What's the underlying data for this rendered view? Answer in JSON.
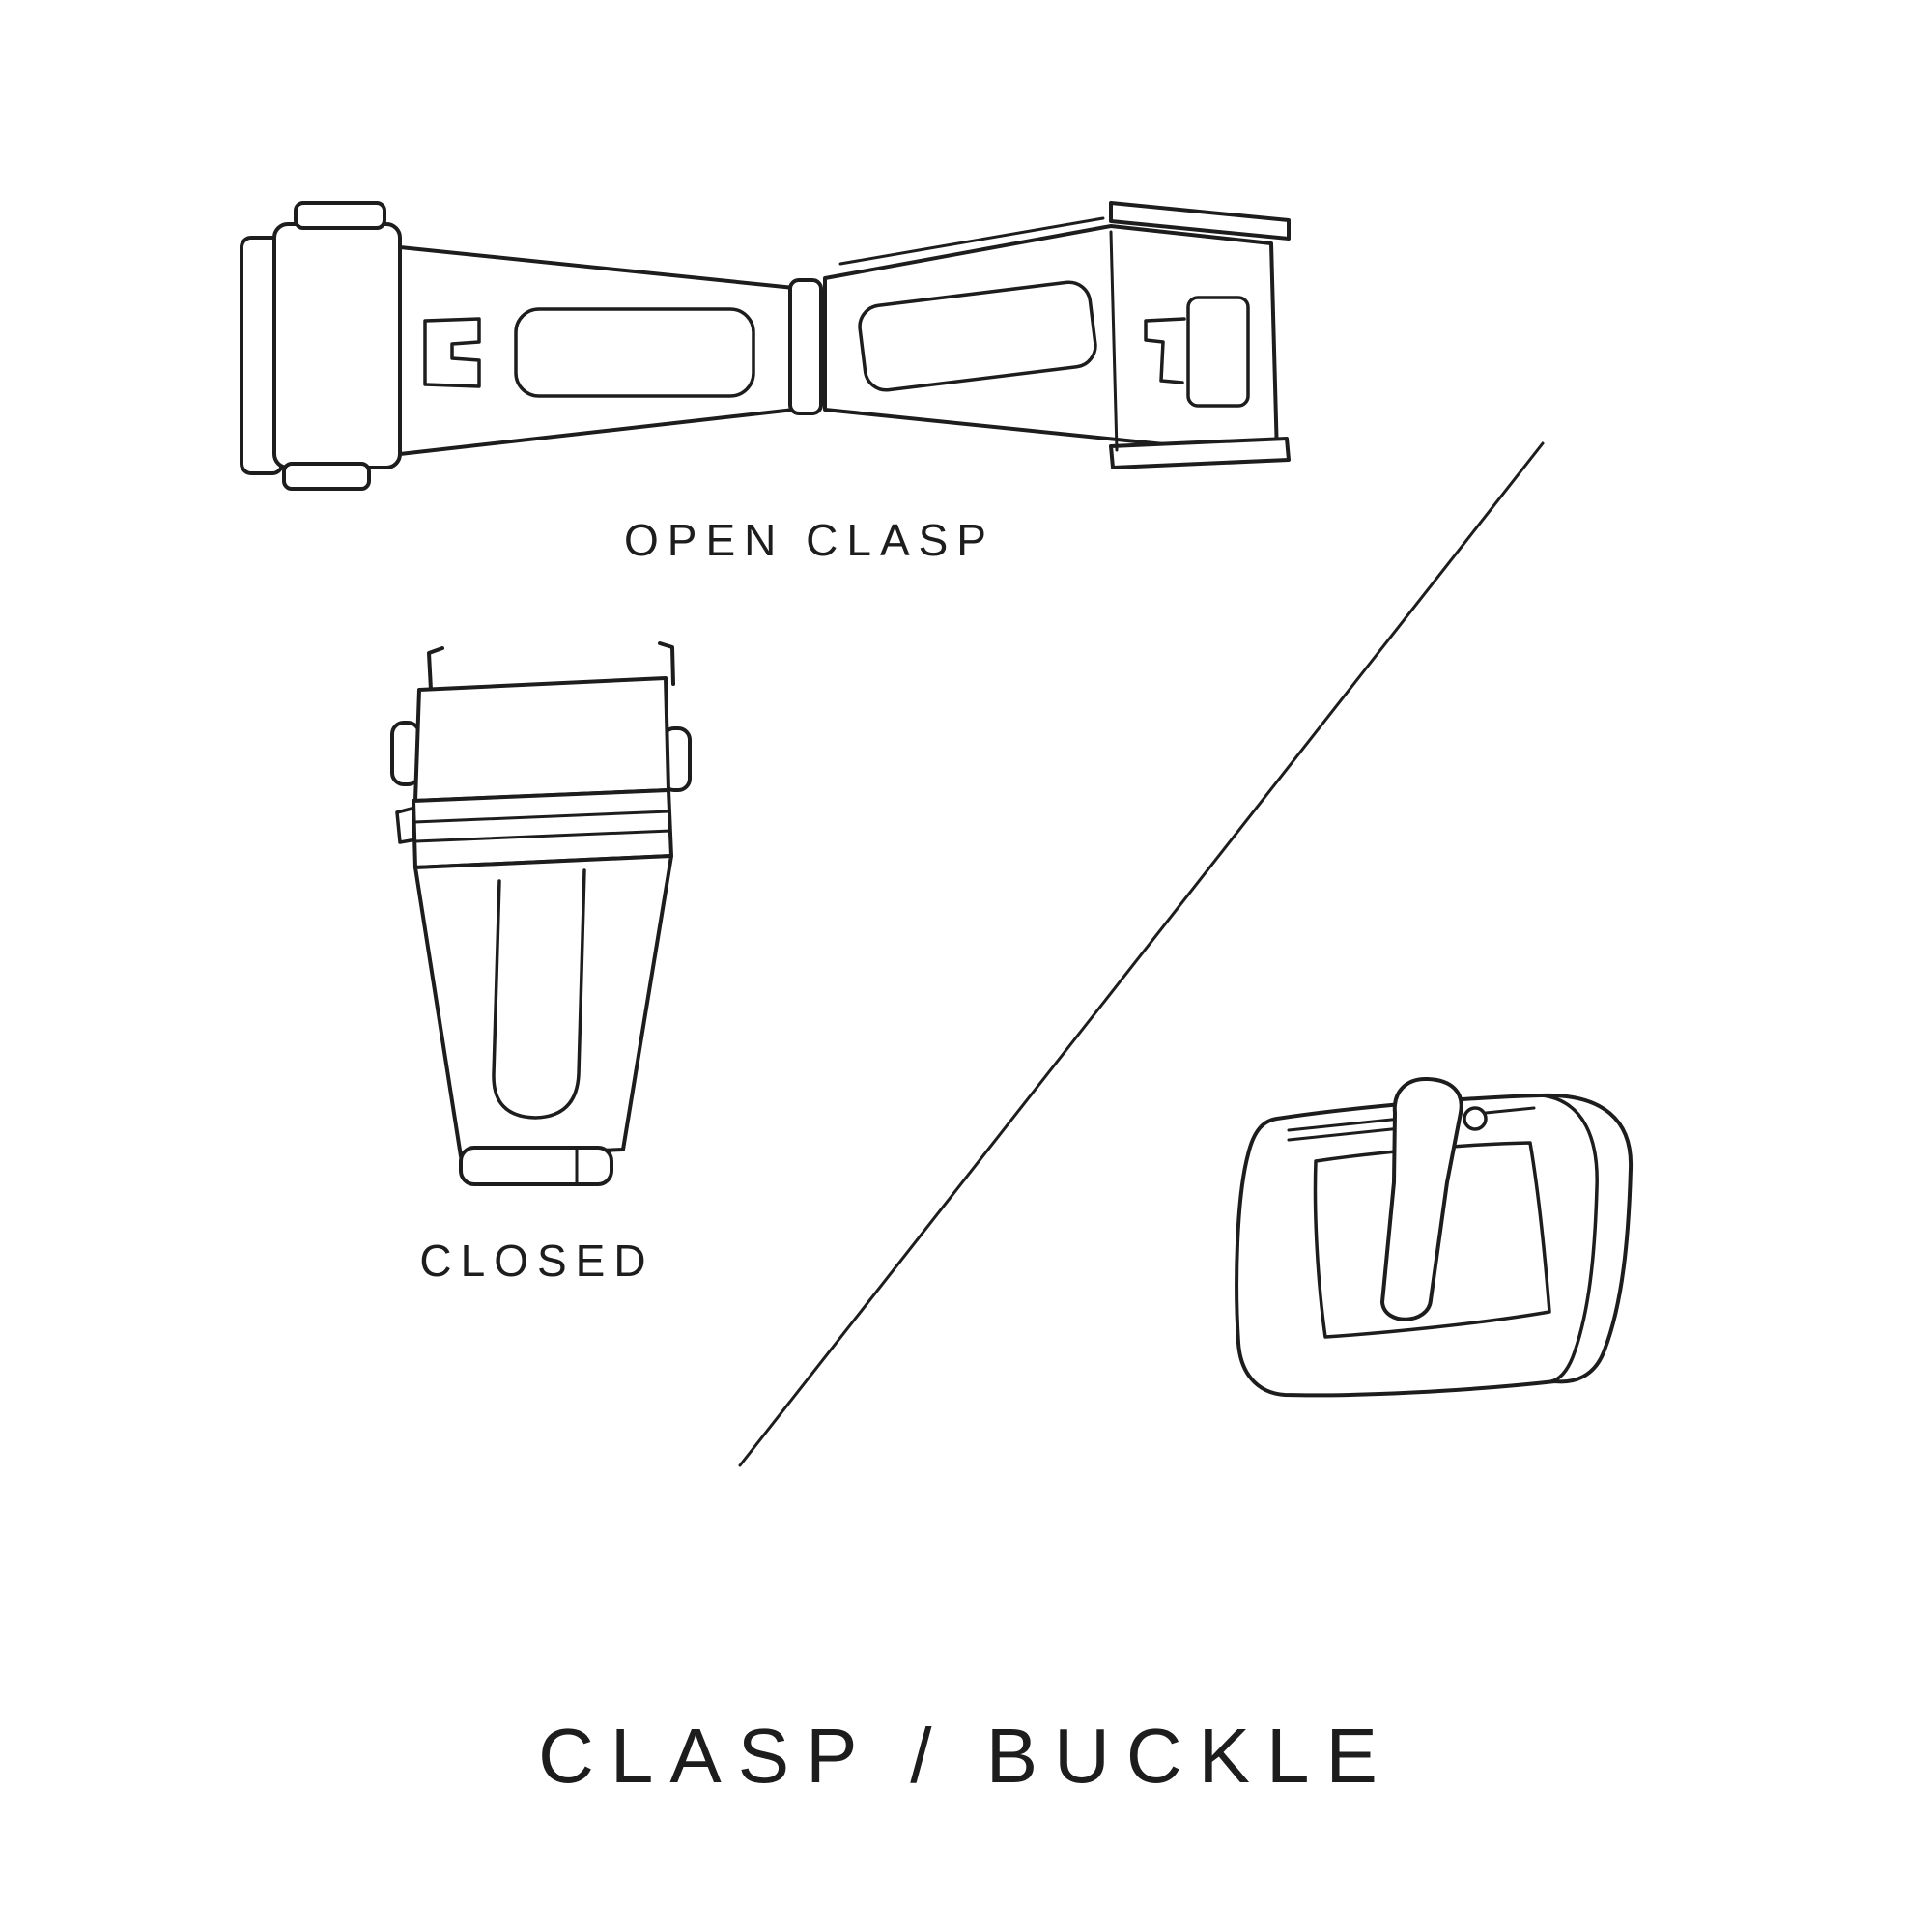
{
  "page": {
    "background": "#ffffff",
    "line_color": "#1d1d1d",
    "text_color": "#1d1d1d"
  },
  "labels": {
    "open_clasp": "OPEN CLASP",
    "closed": "CLOSED"
  },
  "title": "CLASP / BUCKLE",
  "illustrations": [
    {
      "name": "open-clasp",
      "caption": "OPEN CLASP"
    },
    {
      "name": "closed-clasp",
      "caption": "CLOSED"
    },
    {
      "name": "tang-buckle",
      "caption": ""
    }
  ]
}
